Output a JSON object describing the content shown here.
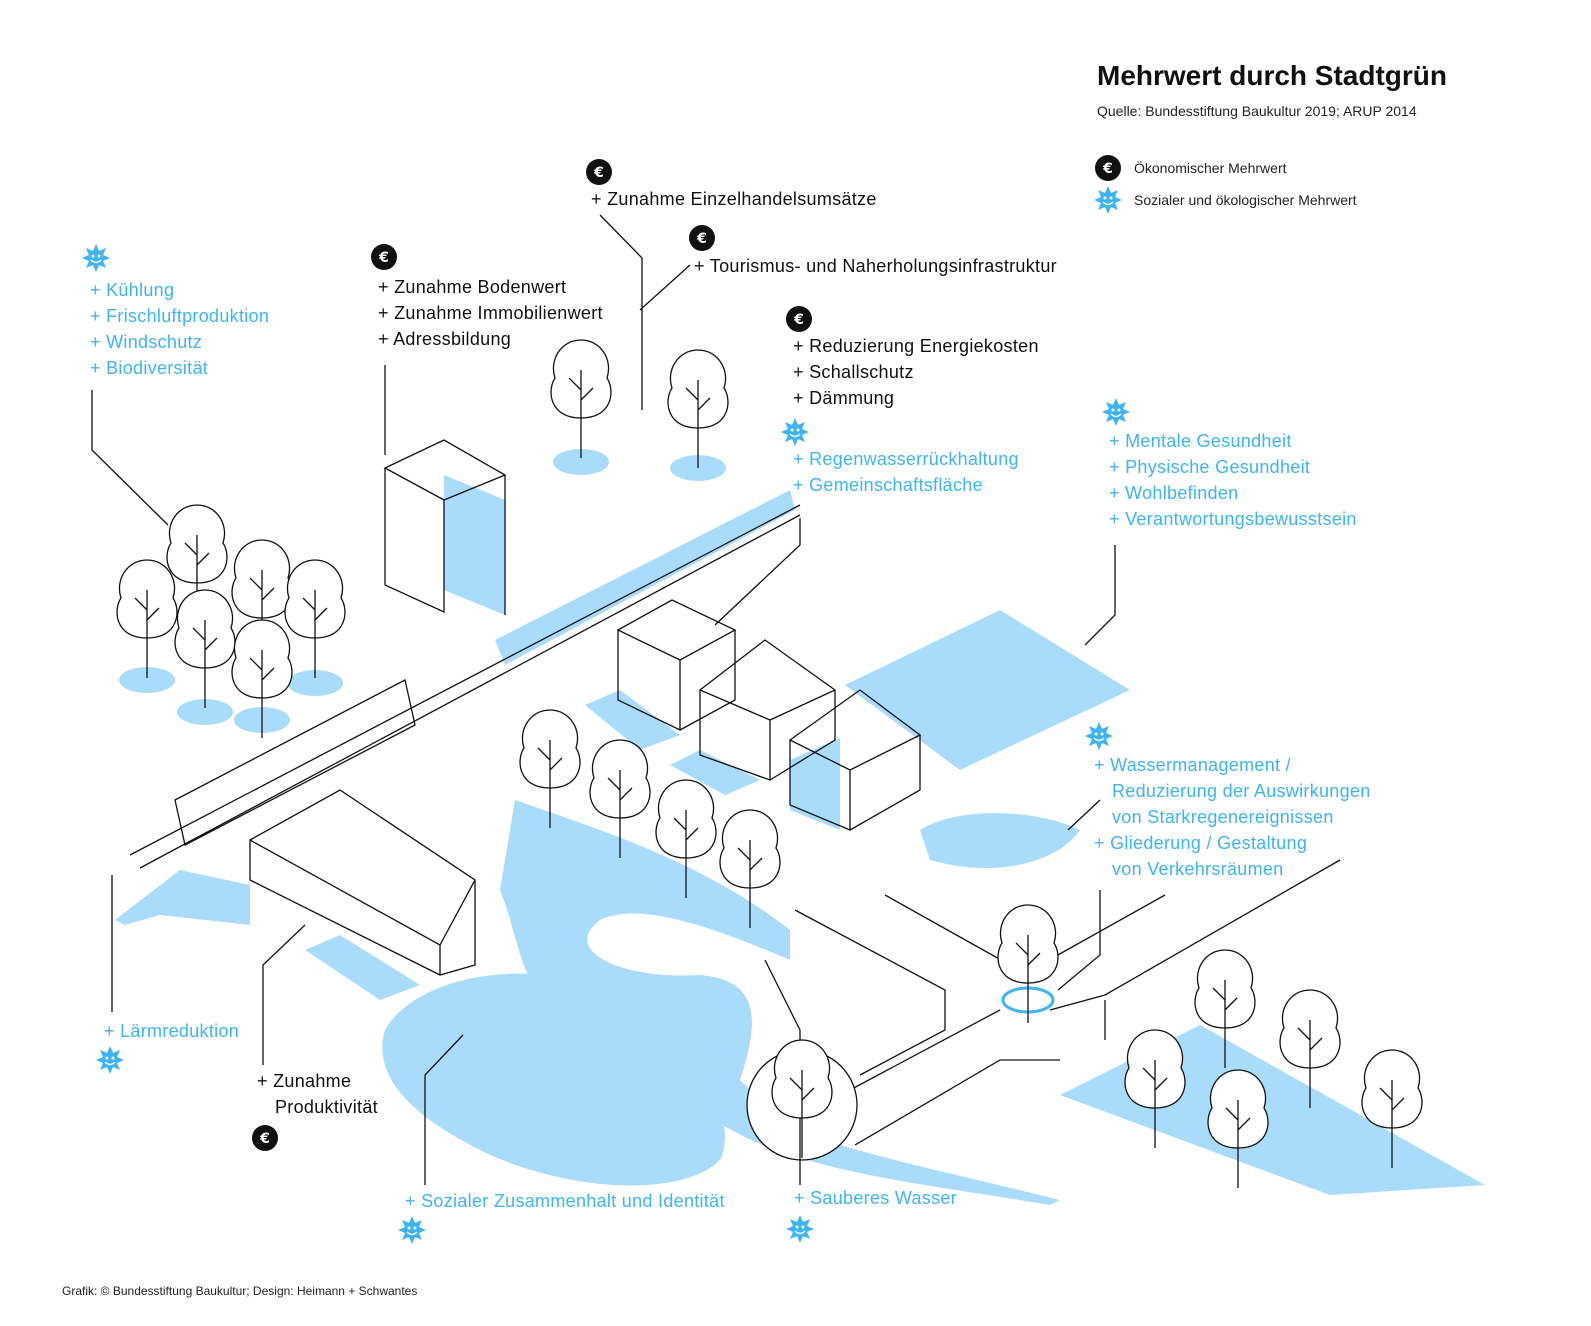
{
  "title": "Mehrwert durch Stadtgrün",
  "source": "Quelle: Bundesstiftung Baukultur 2019; ARUP 2014",
  "legend": {
    "economic": "Ökonomischer Mehrwert",
    "social": "Sozialer und ökologischer Mehrwert"
  },
  "colors": {
    "blue": "#3db4f5",
    "water": "#a9dcfb",
    "black": "#111111"
  },
  "icons": {
    "economic": "euro-badge-icon",
    "social": "smiling-sun-icon"
  },
  "labels": {
    "klima": [
      "+ Kühlung",
      "+ Frischluftproduktion",
      "+ Windschutz",
      "+ Biodiversität"
    ],
    "boden": [
      "+ Zunahme Bodenwert",
      "+ Zunahme Immobilienwert",
      "+ Adressbildung"
    ],
    "handel": [
      "+ Zunahme Einzelhandelsumsätze"
    ],
    "tourismus": [
      "+ Tourismus- und Naherholungsinfrastruktur"
    ],
    "energie": [
      "+ Reduzierung Energiekosten",
      "+ Schallschutz",
      "+ Dämmung"
    ],
    "regen": [
      "+ Regenwasserrückhaltung",
      "+ Gemeinschaftsfläche"
    ],
    "gesundheit": [
      "+ Mentale Gesundheit",
      "+ Physische Gesundheit",
      "+ Wohlbefinden",
      "+ Verantwortungsbewusstsein"
    ],
    "wasser": [
      "+ Wassermanagement /",
      "Reduzierung der Auswirkungen",
      "von Starkregenereignissen",
      "+ Gliederung / Gestaltung",
      "von Verkehrsräumen"
    ],
    "laerm": [
      "+ Lärmreduktion"
    ],
    "produktivitaet": [
      "+ Zunahme",
      "Produktivität"
    ],
    "sozial": [
      "+ Sozialer Zusammenhalt und Identität"
    ],
    "sauber": [
      "+ Sauberes Wasser"
    ]
  },
  "credit": "Grafik: © Bundesstiftung Baukultur; Design: Heimann + Schwantes"
}
